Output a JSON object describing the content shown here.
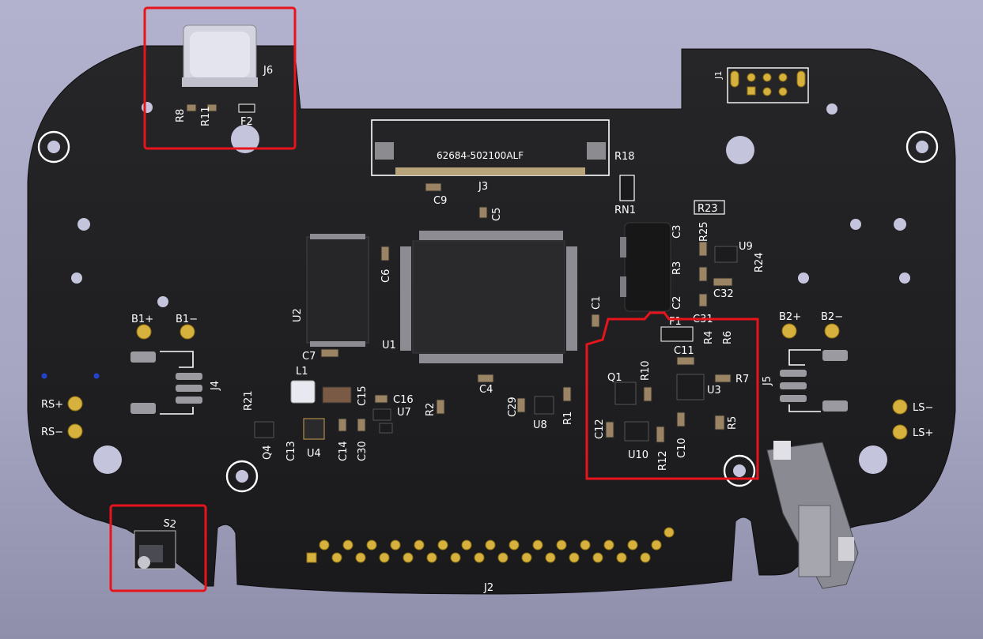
{
  "board": {
    "colors": {
      "solder_mask": "#1f1f21",
      "silkscreen": "#ffffff",
      "highlight": "#e8141c",
      "pad_gold": "#d6b13e",
      "background": "#aeaeca"
    }
  },
  "labels": {
    "J6": "J6",
    "R8": "R8",
    "R11": "R11",
    "F2": "F2",
    "J1": "J1",
    "J3_part": "62684-502100ALF",
    "J3": "J3",
    "R18": "R18",
    "RN1": "RN1",
    "C9": "C9",
    "C5": "C5",
    "C6": "C6",
    "U2": "U2",
    "C7": "C7",
    "U1": "U1",
    "R23": "R23",
    "R25": "R25",
    "C3": "C3",
    "U9": "U9",
    "R24": "R24",
    "R3": "R3",
    "C32": "C32",
    "C2": "C2",
    "C31": "C31",
    "C1": "C1",
    "F1": "F1",
    "C11": "C11",
    "R4": "R4",
    "R6": "R6",
    "Q1": "Q1",
    "R10": "R10",
    "U3": "U3",
    "R7": "R7",
    "C12": "C12",
    "U10": "U10",
    "R12": "R12",
    "C10": "C10",
    "R5": "R5",
    "B1p": "B1+",
    "B1m": "B1−",
    "J4": "J4",
    "RSp": "RS+",
    "RSm": "RS−",
    "L1": "L1",
    "R21": "R21",
    "C15": "C15",
    "C16": "C16",
    "U7": "U7",
    "Q4": "Q4",
    "C13": "C13",
    "U4": "U4",
    "C14": "C14",
    "C30": "C30",
    "R2": "R2",
    "C4": "C4",
    "C29": "C29",
    "R1": "R1",
    "U8": "U8",
    "B2p": "B2+",
    "B2m": "B2−",
    "J5": "J5",
    "LSm": "LS−",
    "LSp": "LS+",
    "S2": "S2",
    "J2": "J2"
  }
}
